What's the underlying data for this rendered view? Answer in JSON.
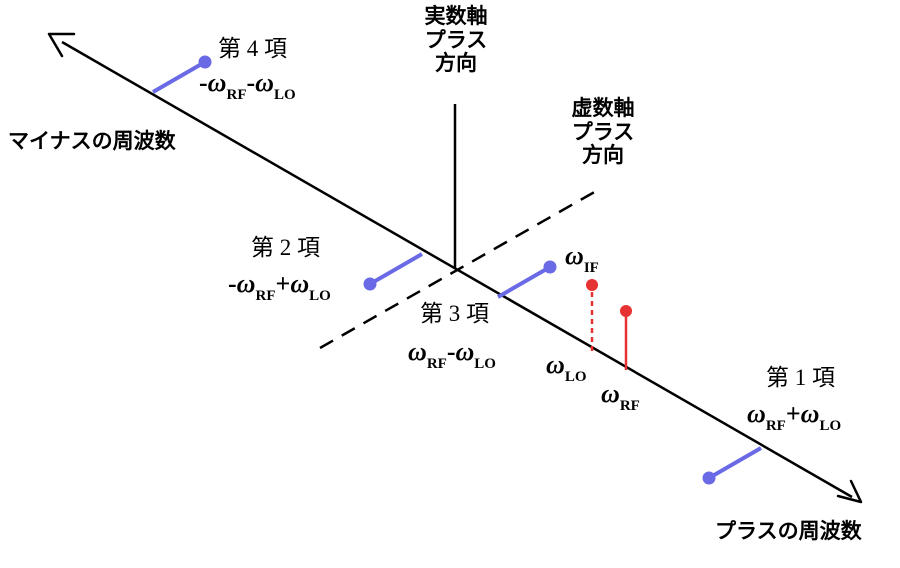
{
  "colors": {
    "axis": "#000000",
    "component": "#6a6ae6",
    "rf_if": "#e63232"
  },
  "axes": {
    "real_axis": [
      "実数軸",
      "プラス",
      "方向"
    ],
    "imag_axis": [
      "虚数軸",
      "プラス",
      "方向"
    ],
    "negative_freq": "マイナスの周波数",
    "positive_freq": "プラスの周波数"
  },
  "terms": {
    "t1": {
      "label": "第 1 項",
      "expr": {
        "sign1": "",
        "w1": "ω",
        "s1": "RF",
        "op": "+",
        "w2": "ω",
        "s2": "LO"
      }
    },
    "t2": {
      "label": "第 2 項",
      "expr": {
        "sign1": "-",
        "w1": "ω",
        "s1": "RF",
        "op": "+",
        "w2": "ω",
        "s2": "LO"
      }
    },
    "t3": {
      "label": "第 3 項",
      "expr": {
        "sign1": "",
        "w1": "ω",
        "s1": "RF",
        "op": "-",
        "w2": "ω",
        "s2": "LO"
      }
    },
    "t4": {
      "label": "第 4 項",
      "expr": {
        "sign1": "-",
        "w1": "ω",
        "s1": "RF",
        "op": "-",
        "w2": "ω",
        "s2": "LO"
      }
    }
  },
  "freqs": {
    "if": {
      "w": "ω",
      "s": "IF"
    },
    "lo": {
      "w": "ω",
      "s": "LO"
    },
    "rf": {
      "w": "ω",
      "s": "RF"
    }
  }
}
